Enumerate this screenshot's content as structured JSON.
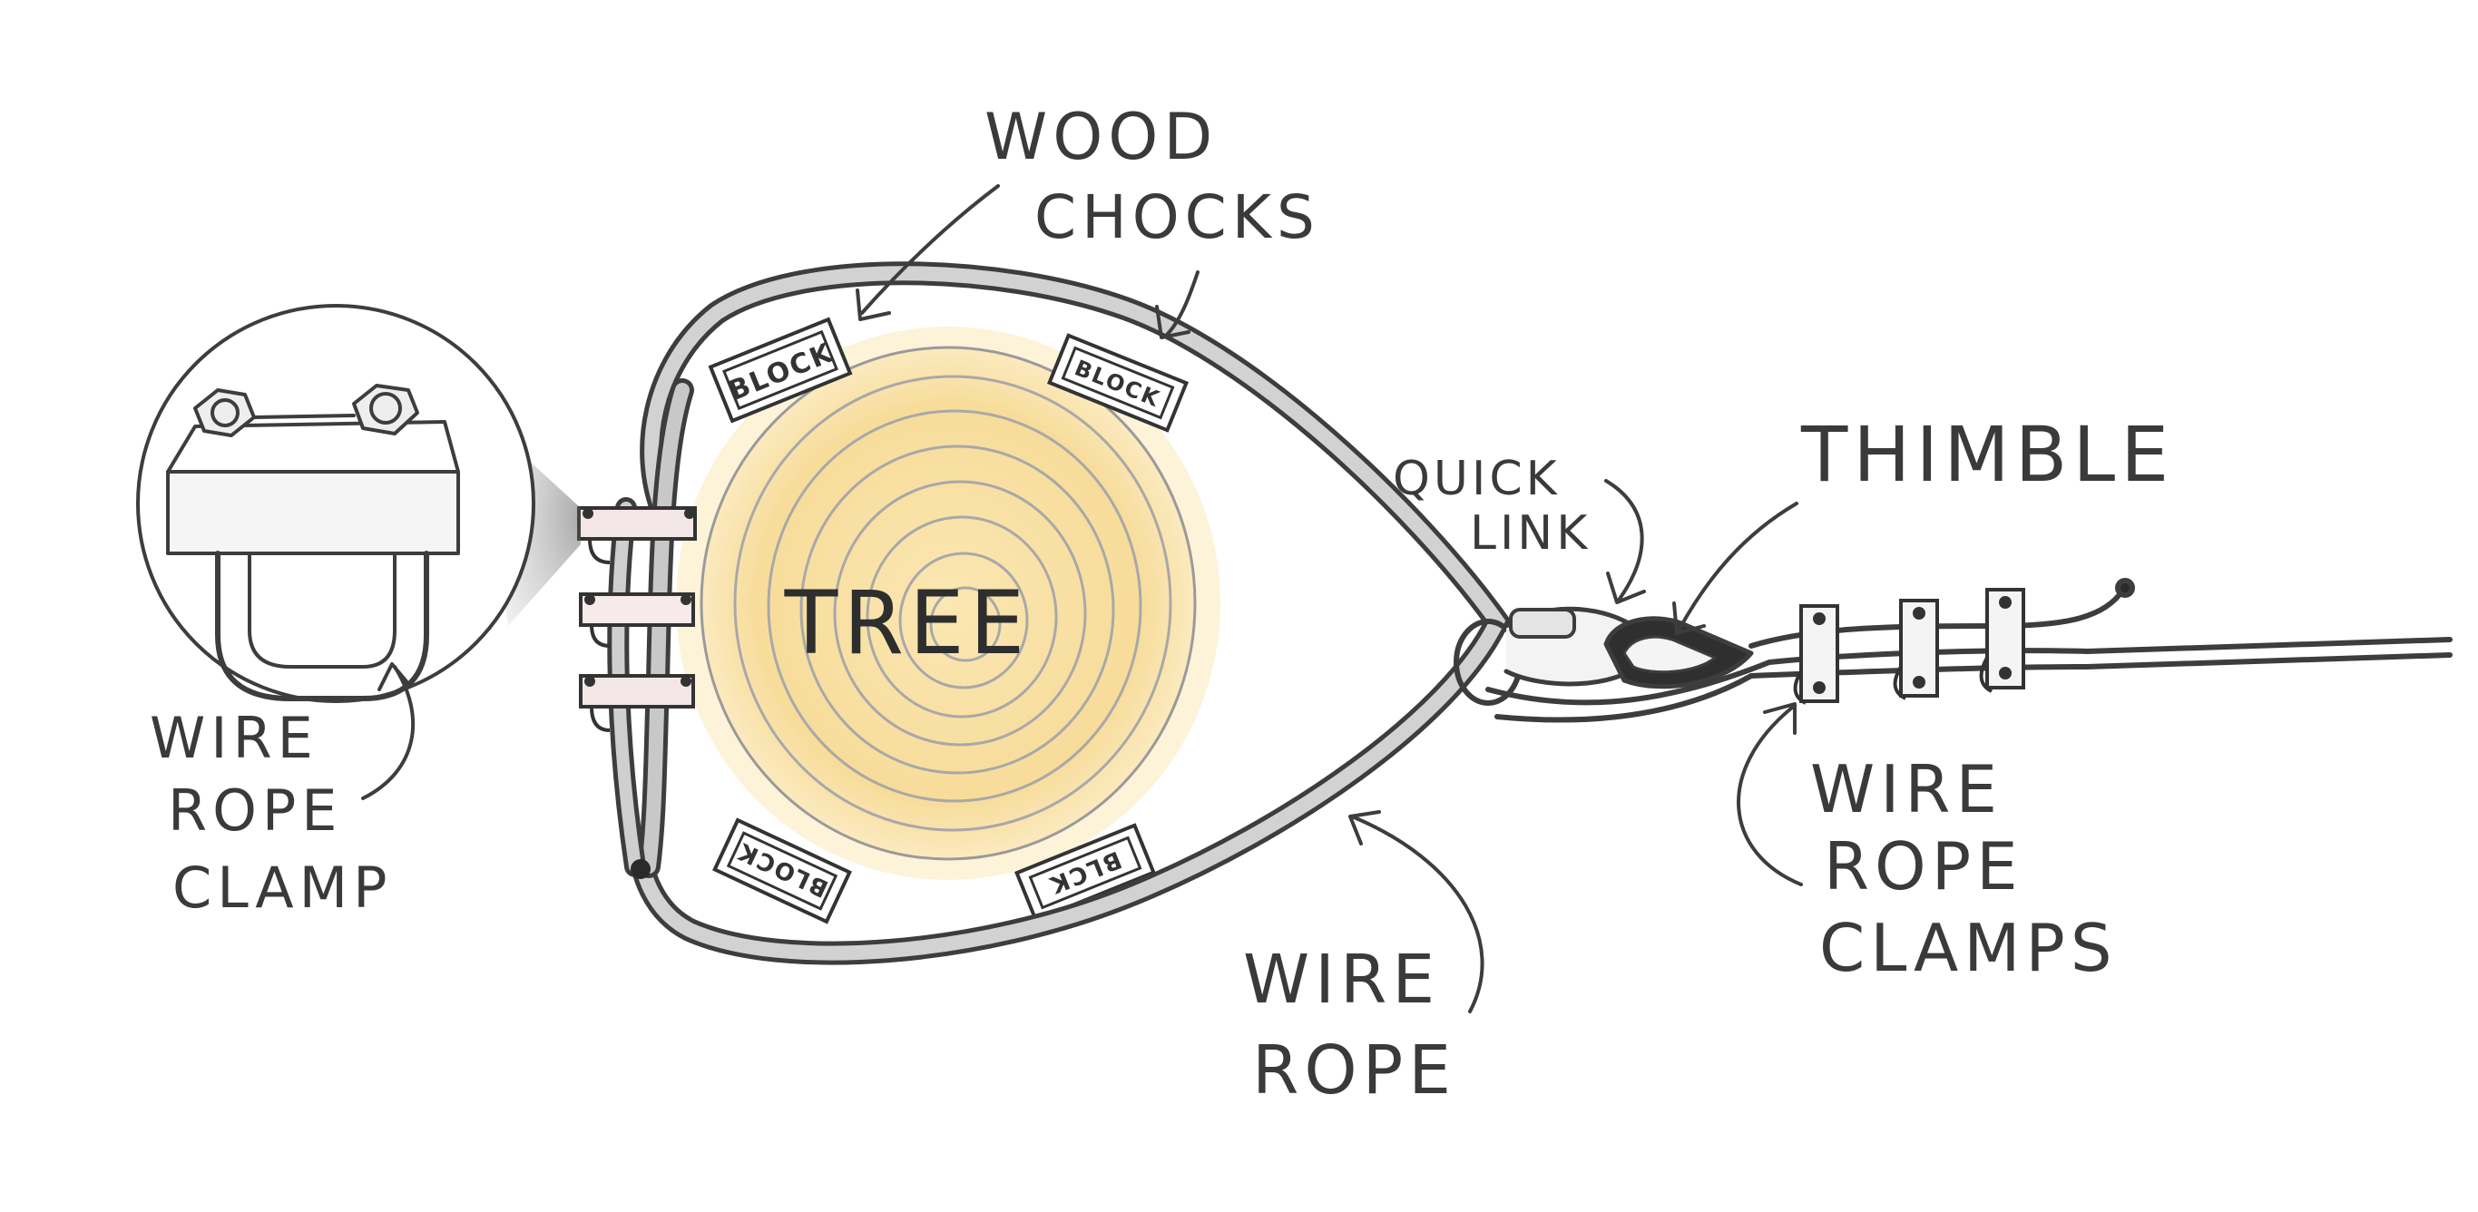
{
  "labels": {
    "tree": "TREE",
    "wood_chocks": [
      "WOOD",
      "CHOCKS"
    ],
    "block": "BLOCK",
    "block_short": "BLCK",
    "quick_link": [
      "QUICK",
      "LINK"
    ],
    "thimble": "THIMBLE",
    "wire_rope": [
      "WIRE",
      "ROPE"
    ],
    "wire_rope_clamp": [
      "WIRE",
      "ROPE",
      "CLAMP"
    ],
    "wire_rope_clamps": [
      "WIRE",
      "ROPE",
      "CLAMPS"
    ]
  },
  "colors": {
    "pencil": "#3d3d3d",
    "tree_fill": "#f7dc9a",
    "tree_glow": "#fdf2d4",
    "rope_fill": "#cfcfcf",
    "clamp_pad": "#f2e4e4"
  }
}
